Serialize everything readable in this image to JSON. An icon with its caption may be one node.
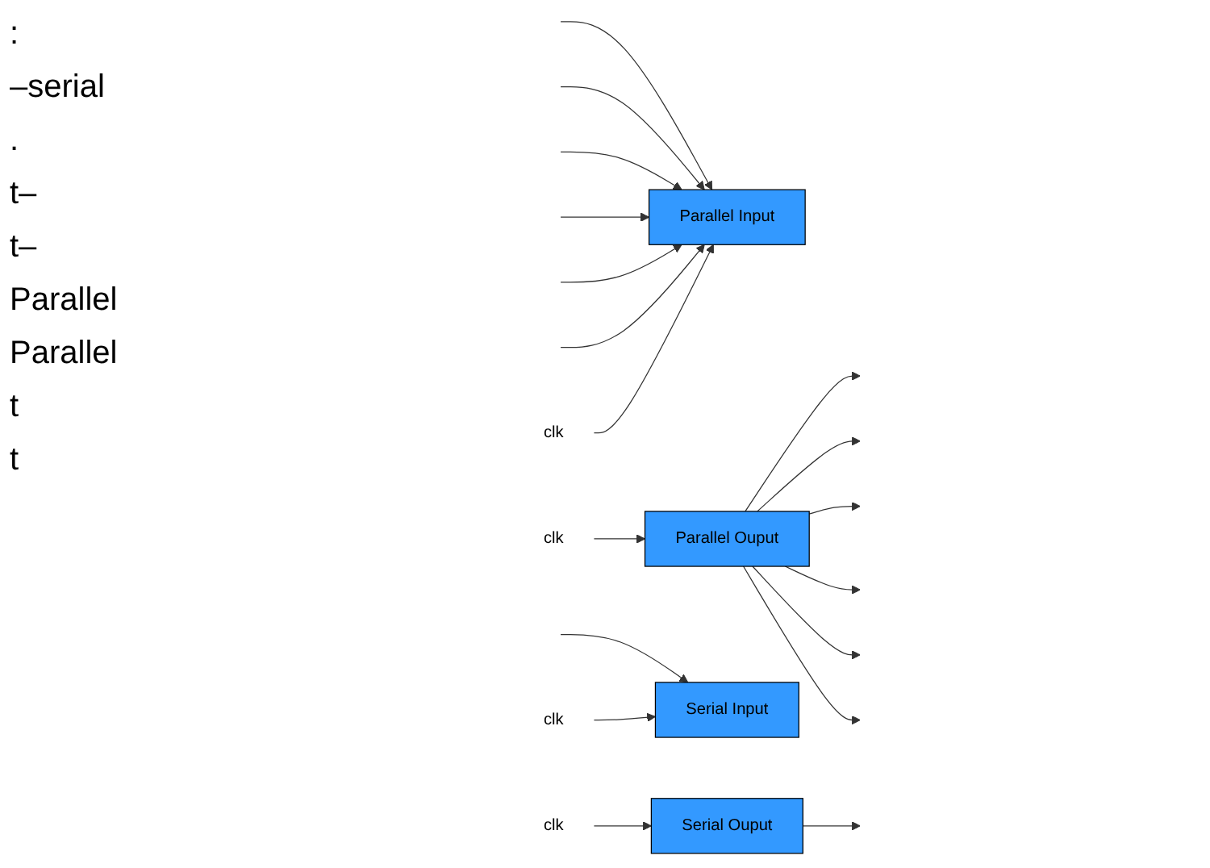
{
  "diagram": {
    "nodes": [
      {
        "text": [
          "Parallel Input"
        ]
      },
      {
        "text": [
          "Parallel Ouput"
        ]
      },
      {
        "text": [
          "Serial Input"
        ]
      },
      {
        "text": [
          "Serial Ouput"
        ]
      },
      {
        "text": [
          "clk"
        ]
      },
      {
        "text": [
          "clk"
        ]
      },
      {
        "text": [
          "clk"
        ]
      },
      {
        "text": [
          "clk"
        ]
      }
    ],
    "edges": [
      {
        "from": null,
        "to": 0,
        "arrow": "to"
      },
      {
        "from": null,
        "to": 0,
        "arrow": "to"
      },
      {
        "from": null,
        "to": 0,
        "arrow": "to"
      },
      {
        "from": null,
        "to": 0,
        "arrow": "to"
      },
      {
        "from": null,
        "to": 0,
        "arrow": "to"
      },
      {
        "from": null,
        "to": 0,
        "arrow": "to"
      },
      {
        "from": 4,
        "to": 0,
        "arrow": "to"
      },
      {
        "from": 1,
        "to": null,
        "arrow": "to"
      },
      {
        "from": 1,
        "to": null,
        "arrow": "to"
      },
      {
        "from": 1,
        "to": null,
        "arrow": "to"
      },
      {
        "from": 1,
        "to": null,
        "arrow": "to"
      },
      {
        "from": 1,
        "to": null,
        "arrow": "to"
      },
      {
        "from": 1,
        "to": null,
        "arrow": "to"
      },
      {
        "from": 5,
        "to": 1,
        "arrow": "to"
      },
      {
        "from": null,
        "to": 2,
        "arrow": "to"
      },
      {
        "from": 6,
        "to": 2,
        "arrow": "to"
      },
      {
        "from": 3,
        "to": null,
        "arrow": "to"
      },
      {
        "from": 7,
        "to": 3,
        "arrow": "to"
      }
    ],
    "labels": [
      ":",
      "–serial",
      ".",
      "t–",
      "t–",
      "Parallel",
      "Parallel",
      "t",
      "t"
    ]
  }
}
